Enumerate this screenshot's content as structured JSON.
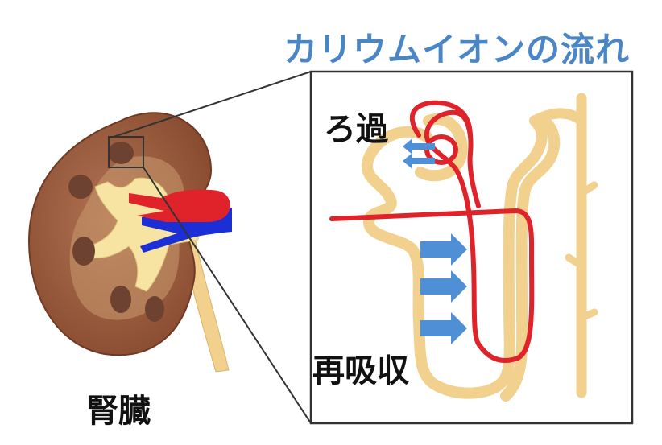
{
  "title": "カリウムイオンの流れ",
  "labels": {
    "filtration": "ろ過",
    "reabsorption": "再吸収",
    "kidney": "腎臓"
  },
  "colors": {
    "title": "#4a86c5",
    "tubule": "#f2d08e",
    "artery": "#e0232a",
    "vein": "#1c2fd6",
    "arrow": "#4f8fd6",
    "cortex": "#9a5a3c",
    "pyramid": "#6d4230",
    "pelvis": "#f7e3a2"
  }
}
